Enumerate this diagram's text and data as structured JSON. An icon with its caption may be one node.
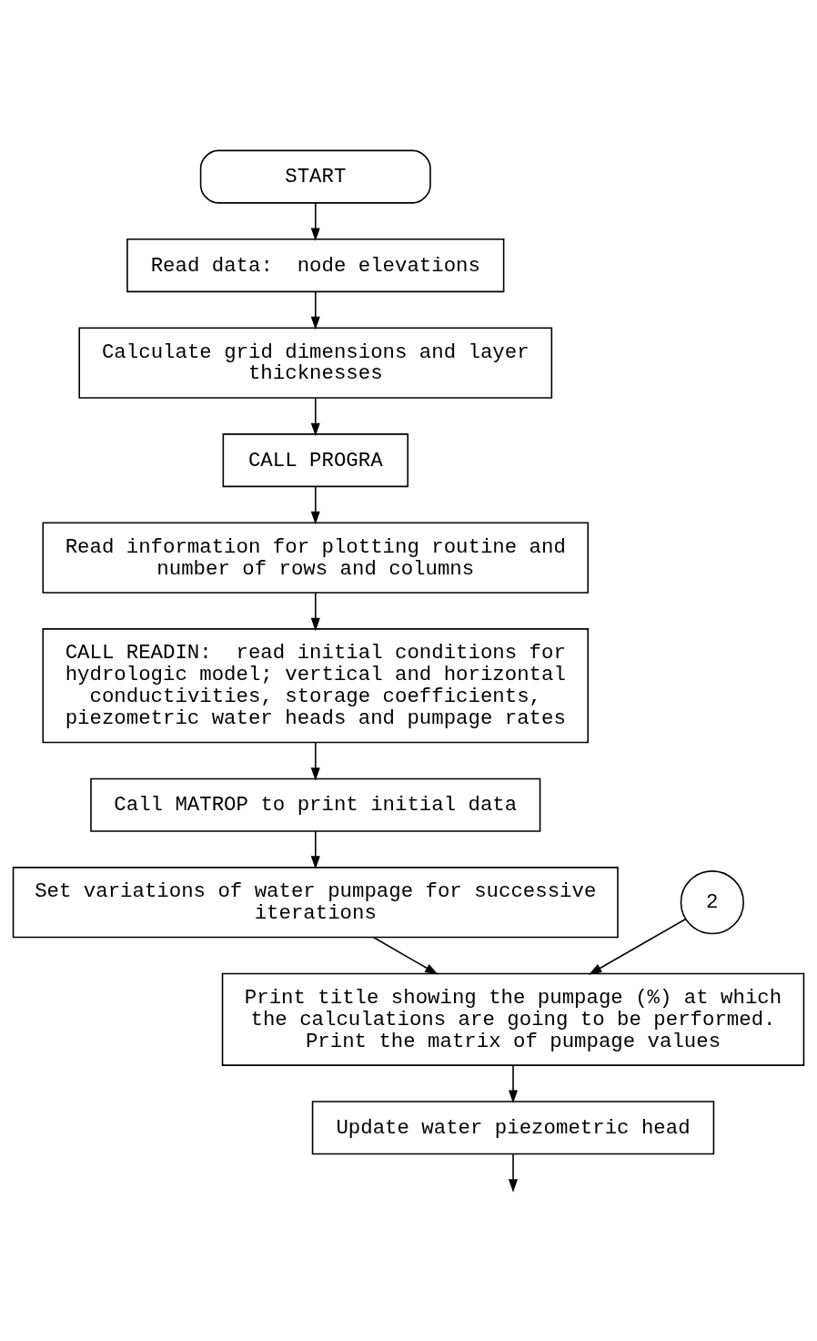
{
  "diagram": {
    "nodes": [
      {
        "text": [
          "START"
        ]
      },
      {
        "text": [
          "Read data:  node elevations"
        ]
      },
      {
        "text": [
          "Calculate grid dimensions and layer thicknesses"
        ]
      },
      {
        "text": [
          "CALL PROGRA"
        ]
      },
      {
        "text": [
          "Read information for plotting routine and number of rows and columns"
        ]
      },
      {
        "text": [
          "CALL READIN:  read initial conditions for hydrologic model; vertical and horizontal conductivities, storage coefficients, piezometric water heads and pumpage rates"
        ]
      },
      {
        "text": [
          "Call MATROP to print initial data"
        ]
      },
      {
        "text": [
          "Set variations of water pumpage for successive iterations"
        ]
      },
      {
        "text": [
          "2"
        ]
      },
      {
        "text": [
          "Print title showing the pumpage (%) at which the calculations are going to be performed.  Print the matrix of pumpage values"
        ]
      },
      {
        "text": [
          "Update water piezometric head"
        ]
      }
    ],
    "edges": [
      {
        "from": 0,
        "to": 1,
        "arrow": "to"
      },
      {
        "from": 1,
        "to": 2,
        "arrow": "to"
      },
      {
        "from": 2,
        "to": 3,
        "arrow": "to"
      },
      {
        "from": 3,
        "to": 4,
        "arrow": "to"
      },
      {
        "from": 4,
        "to": 5,
        "arrow": "to"
      },
      {
        "from": 5,
        "to": 6,
        "arrow": "to"
      },
      {
        "from": 6,
        "to": 7,
        "arrow": "to"
      },
      {
        "from": 7,
        "to": 9,
        "arrow": "to"
      },
      {
        "from": 8,
        "to": 9,
        "arrow": "to"
      },
      {
        "from": 9,
        "to": 10,
        "arrow": "to"
      },
      {
        "from": 10,
        "to": null,
        "arrow": "to"
      }
    ]
  }
}
